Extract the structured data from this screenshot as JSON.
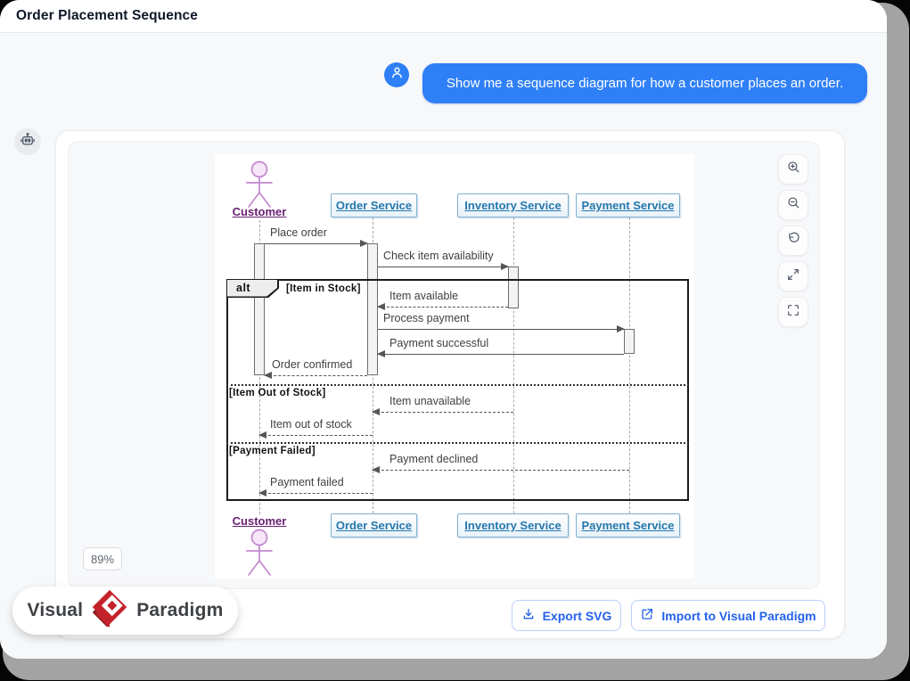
{
  "window": {
    "title": "Order Placement Sequence"
  },
  "chat": {
    "user_message": "Show me a sequence diagram for how a customer places an order.",
    "user_avatar_icon": "user-icon",
    "bot_avatar_icon": "robot-icon"
  },
  "controls": {
    "buttons": [
      {
        "icon": "zoom-in-icon"
      },
      {
        "icon": "zoom-out-icon"
      },
      {
        "icon": "reset-view-icon"
      },
      {
        "icon": "expand-icon"
      },
      {
        "icon": "fullscreen-icon"
      }
    ],
    "zoom_level": "89%"
  },
  "footer": {
    "export_label": "Export SVG",
    "export_icon": "download-icon",
    "import_label": "Import to Visual Paradigm",
    "import_icon": "external-link-icon"
  },
  "brand": {
    "word1": "Visual",
    "word2": "Paradigm",
    "logo_icon": "visual-paradigm-diamond-logo"
  },
  "diagram": {
    "type": "uml-sequence",
    "actors": [
      {
        "name": "Customer"
      }
    ],
    "participants": [
      "Order Service",
      "Inventory Service",
      "Payment Service"
    ],
    "fragment": {
      "operator": "alt",
      "guards": [
        "[Item in Stock]",
        "[Item Out of Stock]",
        "[Payment Failed]"
      ]
    },
    "messages": [
      {
        "from": "Customer",
        "to": "Order Service",
        "label": "Place order",
        "style": "solid"
      },
      {
        "from": "Order Service",
        "to": "Inventory Service",
        "label": "Check item availability",
        "style": "solid"
      },
      {
        "from": "Inventory Service",
        "to": "Order Service",
        "label": "Item available",
        "style": "dashed"
      },
      {
        "from": "Order Service",
        "to": "Payment Service",
        "label": "Process payment",
        "style": "solid"
      },
      {
        "from": "Payment Service",
        "to": "Order Service",
        "label": "Payment successful",
        "style": "solid"
      },
      {
        "from": "Order Service",
        "to": "Customer",
        "label": "Order confirmed",
        "style": "dashed"
      },
      {
        "from": "Inventory Service",
        "to": "Order Service",
        "label": "Item unavailable",
        "style": "dashed"
      },
      {
        "from": "Order Service",
        "to": "Customer",
        "label": "Item out of stock",
        "style": "dashed"
      },
      {
        "from": "Payment Service",
        "to": "Order Service",
        "label": "Payment declined",
        "style": "dashed"
      },
      {
        "from": "Order Service",
        "to": "Customer",
        "label": "Payment failed",
        "style": "dashed"
      }
    ]
  },
  "colors": {
    "accent_blue": "#2f7ff6",
    "button_blue": "#2563eb",
    "participant_text": "#2578ad",
    "participant_border": "#7fb0d0",
    "actor_stroke": "#c287cf",
    "actor_label": "#6a2073",
    "message_arrow": "#555555",
    "brand_red": "#c4222a"
  }
}
